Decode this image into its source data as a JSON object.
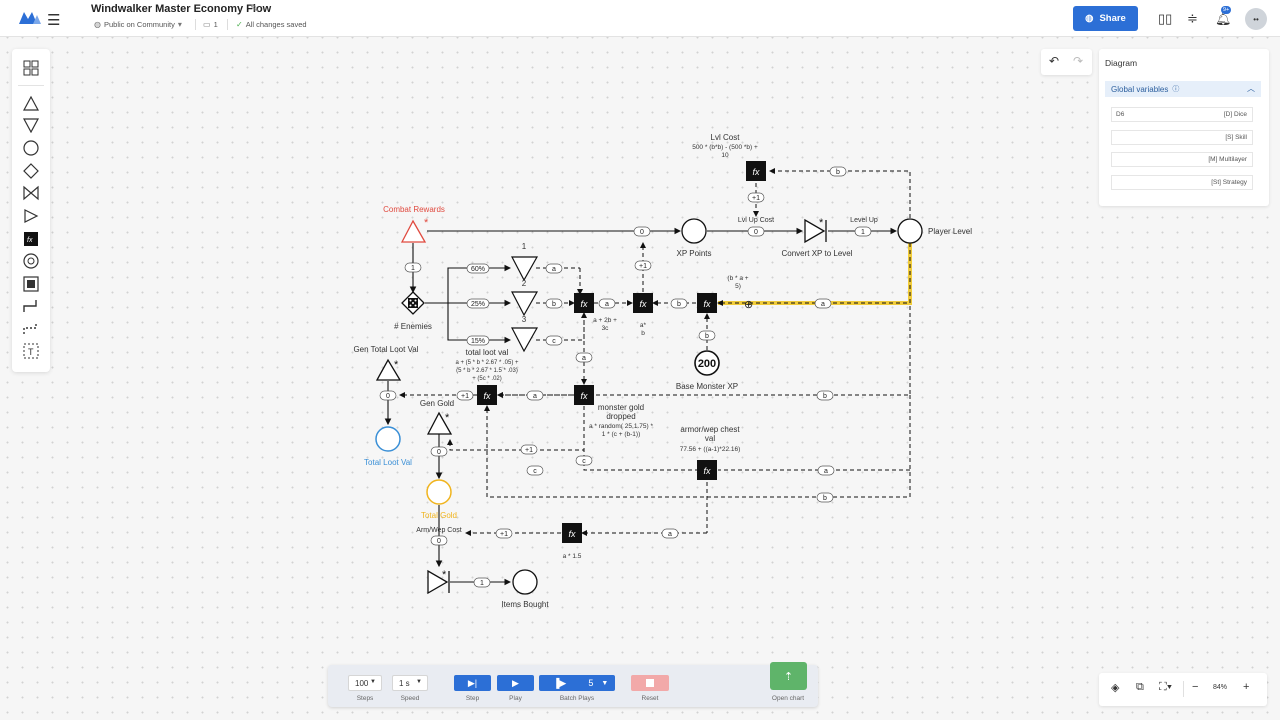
{
  "header": {
    "title": "Windwalker Master Economy Flow",
    "visibility": "Public on Community",
    "video_count": "1",
    "save_status": "All changes saved",
    "share_label": "Share",
    "notifications": "9+",
    "avatar_glyph": "••"
  },
  "right_panel": {
    "title": "Diagram",
    "section": "Global variables",
    "variables": [
      {
        "name": "D6",
        "value": "[D] Dice"
      },
      {
        "name": "",
        "value": "[S] Skill"
      },
      {
        "name": "",
        "value": "[M] Multilayer"
      },
      {
        "name": "",
        "value": "[St] Strategy"
      }
    ]
  },
  "controls": {
    "steps_value": "100",
    "steps_label": "Steps",
    "speed_value": "1 s",
    "speed_label": "Speed",
    "step_label": "Step",
    "play_label": "Play",
    "batch_value": "5",
    "batch_label": "Batch Plays",
    "reset_label": "Reset",
    "open_chart_label": "Open chart"
  },
  "zoom": {
    "level": "84%"
  },
  "diagram": {
    "nodes": {
      "combat_rewards": "Combat Rewards",
      "enemies": "# Enemies",
      "xp_points": "XP Points",
      "convert_xp": "Convert XP to Level",
      "player_level": "Player Level",
      "lvl_cost": "Lvl Cost",
      "lvl_cost_formula_1": "500 * (b*b) - (500 *b) +",
      "lvl_cost_formula_2": "10",
      "lvl_up_cost": "Lvl Up Cost",
      "level_up": "Level Up",
      "xp_formula_1": "(b * a +",
      "xp_formula_2": "5)",
      "base_monster_xp_value": "200",
      "base_monster_xp": "Base Monster XP",
      "sum_formula_1": "a + 2b +",
      "sum_formula_2": "3c",
      "mult_formula_1": "a*",
      "mult_formula_2": "b",
      "gen_total_loot_val": "Gen Total Loot Val",
      "total_loot_val": "Total Loot Val",
      "total_loot_formula_title": "total loot val",
      "total_loot_formula_1": "a + (5 * b * 2.67 * .05) +",
      "total_loot_formula_2": "(5 * b * 2.67 * 1.5 * .03)",
      "total_loot_formula_3": "+ (5c * .02)",
      "gen_gold": "Gen Gold",
      "total_gold": "Total Gold",
      "monster_gold_1": "monster gold",
      "monster_gold_2": "dropped",
      "monster_gold_formula_1": "a * random( 25,1.75) *",
      "monster_gold_formula_2": "1 * (c + (b-1))",
      "armor_1": "armor/wep chest",
      "armor_2": "val",
      "armor_formula": "77.56 + ((a-1)*22.16)",
      "arm_wep_cost": "Arm/Wep Cost",
      "cost_formula": "a * 1.5",
      "items_bought": "Items Bought",
      "tier_1": "1",
      "tier_2": "2",
      "tier_3": "3",
      "pct_60": "60%",
      "pct_25": "25%",
      "pct_15": "15%",
      "fx_symbol": "fx",
      "star": "*"
    },
    "edge_labels": {
      "a": "a",
      "b": "b",
      "c": "c",
      "zero": "0",
      "one": "1",
      "plus_one": "+1"
    }
  }
}
